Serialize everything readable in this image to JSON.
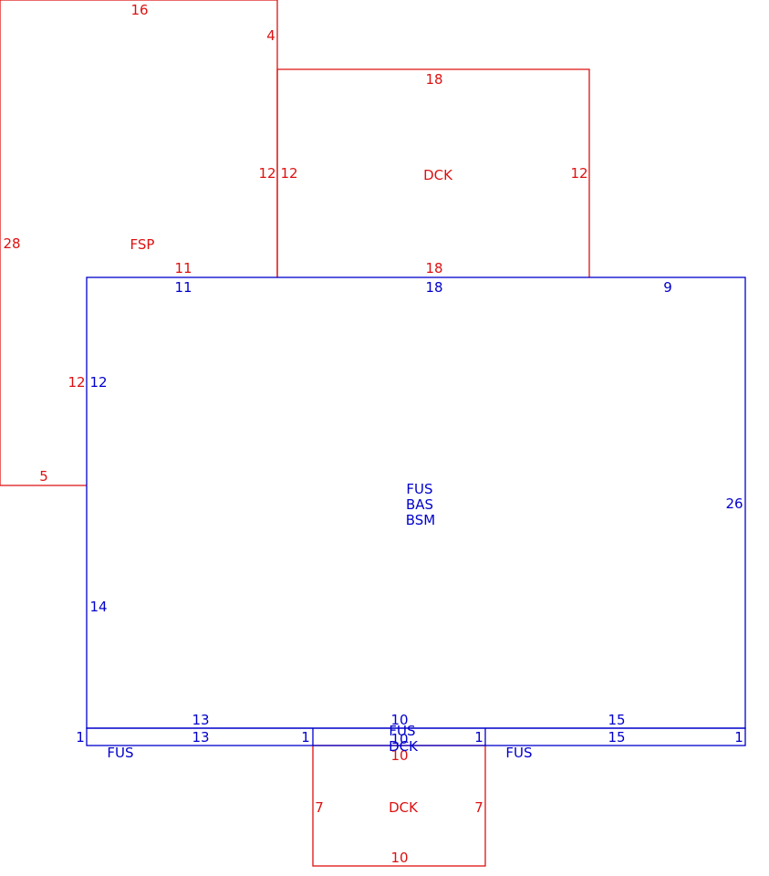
{
  "colors": {
    "main": "#0000cc",
    "addition": "#dd1111",
    "background": "#ffffff"
  },
  "fsp": {
    "label": "FSP",
    "dims": {
      "top": "16",
      "step": "4",
      "inner": "12",
      "left": "28",
      "bottom": "5",
      "join_top": "11",
      "join_side": "12"
    }
  },
  "deck_rear": {
    "label": "DCK",
    "dims": {
      "top": "18",
      "left": "12",
      "right": "12",
      "bottom": "18"
    }
  },
  "house": {
    "labels": [
      "FUS",
      "BAS",
      "BSM"
    ],
    "dims": {
      "top_a": "11",
      "top_b": "18",
      "top_c": "9",
      "left_upper": "12",
      "left_lower": "14",
      "right": "26",
      "bottom_a": "13",
      "bottom_b": "10",
      "bottom_c": "15"
    }
  },
  "strip_left": {
    "label": "FUS",
    "dims": {
      "top": "13",
      "left": "1",
      "right": "1"
    }
  },
  "strip_mid": {
    "labels": [
      "FUS",
      "DCK"
    ],
    "dims": {
      "top": "10"
    }
  },
  "strip_right": {
    "label": "FUS",
    "dims": {
      "top": "15",
      "left": "1",
      "right": "1"
    }
  },
  "deck_front": {
    "label": "DCK",
    "dims": {
      "top": "10",
      "left": "7",
      "right": "7",
      "bottom": "10"
    }
  }
}
